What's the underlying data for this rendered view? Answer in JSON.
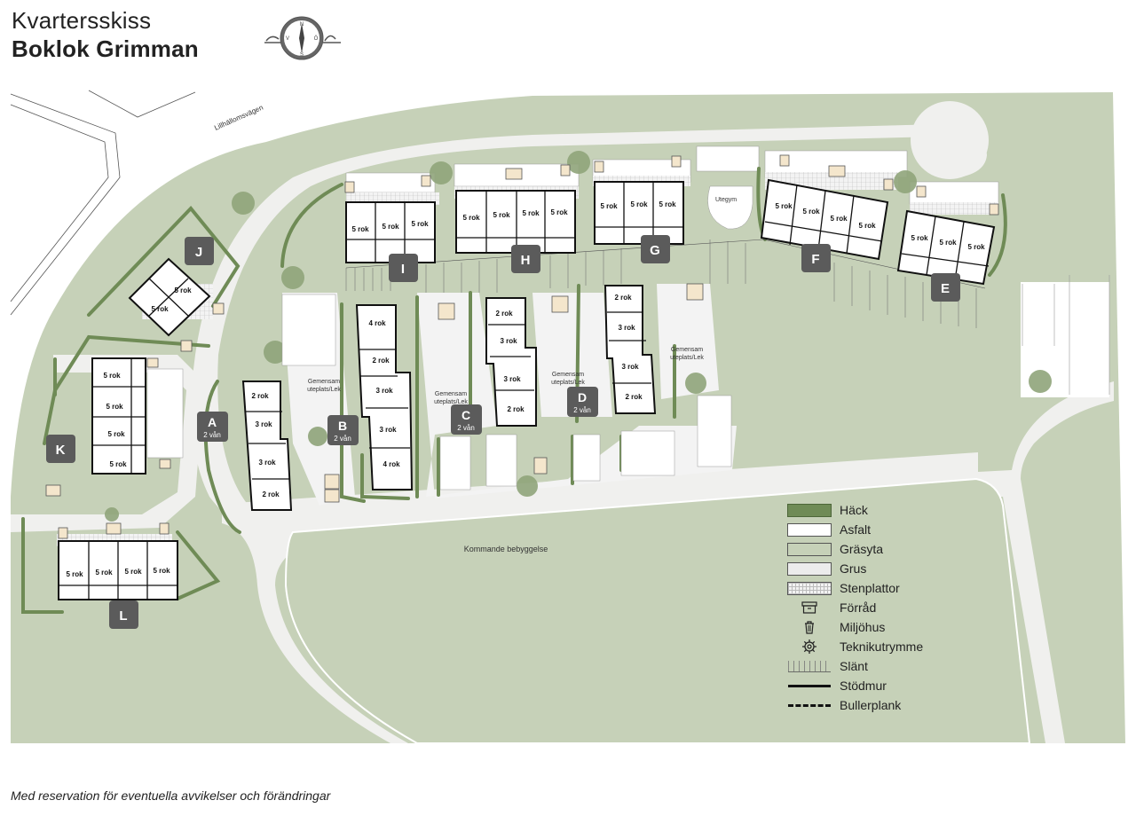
{
  "header": {
    "title_line1": "Kvartersskiss",
    "title_line2": "Boklok Grimman"
  },
  "compass": {
    "n": "N",
    "s": "S",
    "o": "Ö",
    "v": "V"
  },
  "map": {
    "road_label": "Lillhällomsvägen",
    "future_area_label": "Kommande bebyggelse",
    "playground_label": "Utegym",
    "blocks": [
      {
        "id": "A",
        "sub": "2 vån"
      },
      {
        "id": "B",
        "sub": "2 vån"
      },
      {
        "id": "C",
        "sub": "2 vån"
      },
      {
        "id": "D",
        "sub": "2 vån"
      },
      {
        "id": "E",
        "sub": ""
      },
      {
        "id": "F",
        "sub": ""
      },
      {
        "id": "G",
        "sub": ""
      },
      {
        "id": "H",
        "sub": ""
      },
      {
        "id": "I",
        "sub": ""
      },
      {
        "id": "J",
        "sub": ""
      },
      {
        "id": "K",
        "sub": ""
      },
      {
        "id": "L",
        "sub": ""
      }
    ],
    "common_area": [
      "Gemensam",
      "uteplats/Lek"
    ],
    "units": {
      "r5": "5 rok",
      "r4": "4 rok",
      "r3": "3 rok",
      "r2": "2 rok"
    }
  },
  "legend": {
    "items": [
      {
        "key": "hedge",
        "label": "Häck",
        "color": "#6f8b56"
      },
      {
        "key": "asphalt",
        "label": "Asfalt",
        "color": "#ffffff"
      },
      {
        "key": "grass",
        "label": "Gräsyta",
        "color": "#c6d1b8"
      },
      {
        "key": "gravel",
        "label": "Grus",
        "color": "#ececec"
      },
      {
        "key": "stone",
        "label": "Stenplattor",
        "color": "#f2f2f2"
      },
      {
        "key": "storage",
        "label": "Förråd",
        "icon": "storage-icon"
      },
      {
        "key": "waste",
        "label": "Miljöhus",
        "icon": "trash-icon"
      },
      {
        "key": "tech",
        "label": "Teknikutrymme",
        "icon": "gear-icon"
      },
      {
        "key": "slope",
        "label": "Slänt"
      },
      {
        "key": "wall",
        "label": "Stödmur"
      },
      {
        "key": "noise",
        "label": "Bullerplank"
      }
    ]
  },
  "footer": {
    "disclaimer": "Med reservation för eventuella avvikelser och förändringar"
  }
}
